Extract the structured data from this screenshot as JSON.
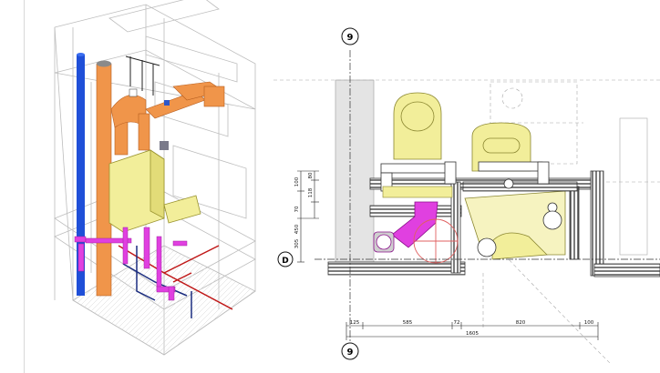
{
  "grid": {
    "top_label": "9",
    "bottom_label": "9",
    "row_label": "D"
  },
  "vertical_dims": [
    "100",
    "80",
    "70",
    "118",
    "450",
    "305"
  ],
  "horizontal_dims": [
    "125",
    "585",
    "72",
    "820",
    "100"
  ],
  "total_dim": "1605",
  "colors": {
    "orange_duct": "#f0954a",
    "blue_pipe": "#1f4fd8",
    "magenta_pipe": "#e040e0",
    "yellow_fixture": "#f2ee9a",
    "gray_column": "#e4e4e4",
    "red_line": "#c01818",
    "hatch": "#555555"
  }
}
